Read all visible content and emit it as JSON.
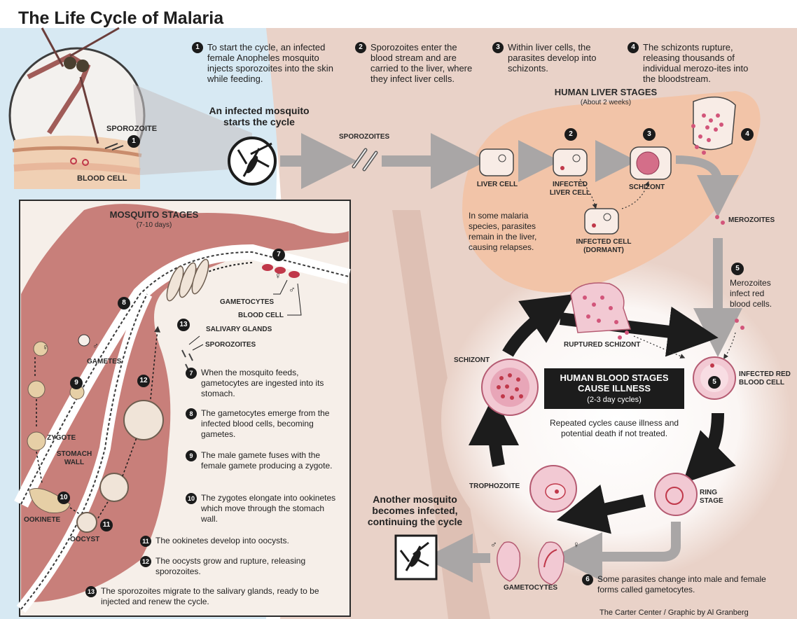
{
  "title": "The Life Cycle of Malaria",
  "top_steps": [
    {
      "num": "1",
      "text": "To start the cycle, an infected female Anopheles mosquito injects sporozoites into the skin while feeding."
    },
    {
      "num": "2",
      "text": "Sporozoites enter the blood stream and are carried to the liver, where they infect liver cells."
    },
    {
      "num": "3",
      "text": "Within liver cells, the parasites develop into schizonts."
    },
    {
      "num": "4",
      "text": "The schizonts rupture, releasing thousands of individual merozo-ites into the bloodstream."
    }
  ],
  "inset": {
    "sporozoite_label": "SPOROZOITE",
    "blood_cell_label": "BLOOD CELL",
    "num": "1"
  },
  "infected_mosquito_caption": "An infected mosquito starts the cycle",
  "sporozoites_label": "SPOROZOITES",
  "liver": {
    "header": "HUMAN LIVER STAGES",
    "subheader": "(About 2 weeks)",
    "liver_cell": "LIVER CELL",
    "infected_liver_cell": "INFECTED LIVER CELL",
    "schizont": "SCHIZONT",
    "infected_cell_dormant": "INFECTED CELL (DORMANT)",
    "relapse_note": "In some malaria species, parasites remain in the liver, causing relapses.",
    "merozoites": "MEROZOITES",
    "num2": "2",
    "num3": "3",
    "num4": "4"
  },
  "step5": {
    "num": "5",
    "text": "Merozoites infect red blood cells."
  },
  "blood": {
    "title": "HUMAN BLOOD STAGES CAUSE ILLNESS",
    "subtitle": "(2-3 day cycles)",
    "note": "Repeated cycles cause illness and potential death if not treated.",
    "ruptured_schizont": "RUPTURED SCHIZONT",
    "schizont": "SCHIZONT",
    "infected_rbc": "INFECTED RED BLOOD CELL",
    "ring_stage": "RING STAGE",
    "trophozoite": "TROPHOZOITE",
    "gametocytes": "GAMETOCYTES",
    "num5": "5"
  },
  "step6": {
    "num": "6",
    "text": "Some parasites change into male and female forms called gametocytes."
  },
  "another_mosquito_caption": "Another mosquito becomes infected, continuing the cycle",
  "mosquito": {
    "header": "MOSQUITO STAGES",
    "subheader": "(7-10 days)",
    "gametocytes": "GAMETOCYTES",
    "blood_cell": "BLOOD CELL",
    "salivary_glands": "SALIVARY GLANDS",
    "sporozoites": "SPOROZOITES",
    "gametes": "GAMETES",
    "zygote": "ZYGOTE",
    "stomach_wall": "STOMACH WALL",
    "ookinete": "OOKINETE",
    "oocyst": "OOCYST",
    "diagram_nums": [
      "7",
      "8",
      "9",
      "10",
      "11",
      "12",
      "13"
    ],
    "steps": [
      {
        "num": "7",
        "text": "When the mosquito feeds, gametocytes are ingested into its stomach."
      },
      {
        "num": "8",
        "text": "The gametocytes emerge from the infected blood cells, becoming gametes."
      },
      {
        "num": "9",
        "text": "The male gamete fuses with the female gamete producing a zygote."
      },
      {
        "num": "10",
        "text": "The zygotes elongate into ookinetes which move through the stomach wall."
      },
      {
        "num": "11",
        "text": "The ookinetes develop into oocysts."
      },
      {
        "num": "12",
        "text": "The oocysts grow and rupture, releasing sporozoites."
      },
      {
        "num": "13",
        "text": "The sporozoites migrate to the salivary glands, ready to be injected and renew the cycle."
      }
    ]
  },
  "credit": "The Carter Center / Graphic by Al Granberg",
  "colors": {
    "skin": "#e9d2c8",
    "liver": "#f2c4a8",
    "mosquito_body": "#c87f7a",
    "cell_pink": "#f2c9d3",
    "dark": "#1c1c1c",
    "arrow_gray": "#a9a6a6"
  }
}
